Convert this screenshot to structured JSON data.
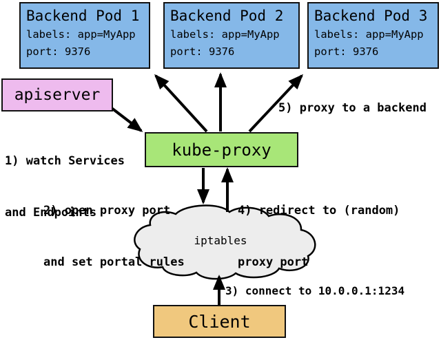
{
  "pods": [
    {
      "title": "Backend Pod 1",
      "labels": "labels: app=MyApp",
      "port": "port: 9376"
    },
    {
      "title": "Backend Pod 2",
      "labels": "labels: app=MyApp",
      "port": "port: 9376"
    },
    {
      "title": "Backend Pod 3",
      "labels": "labels: app=MyApp",
      "port": "port: 9376"
    }
  ],
  "nodes": {
    "apiserver": {
      "label": "apiserver"
    },
    "kube_proxy": {
      "label": "kube-proxy"
    },
    "iptables": {
      "label": "iptables"
    },
    "client": {
      "label": "Client"
    }
  },
  "annotations": {
    "step1": {
      "line1": "1) watch Services",
      "line2": "and Endpoints"
    },
    "step2": {
      "line1": "2) open proxy port",
      "line2": "and set portal rules"
    },
    "step3": {
      "text": "3) connect to 10.0.0.1:1234"
    },
    "step4": {
      "line1": "4) redirect to (random)",
      "line2": "proxy port"
    },
    "step5": {
      "text": "5) proxy to a backend"
    }
  },
  "colors": {
    "pod_fill": "#85b8e8",
    "apiserver_fill": "#eebbee",
    "kube_proxy_fill": "#a8e678",
    "client_fill": "#f0c87e",
    "cloud_fill": "#ededed",
    "line_color": "#000000"
  }
}
